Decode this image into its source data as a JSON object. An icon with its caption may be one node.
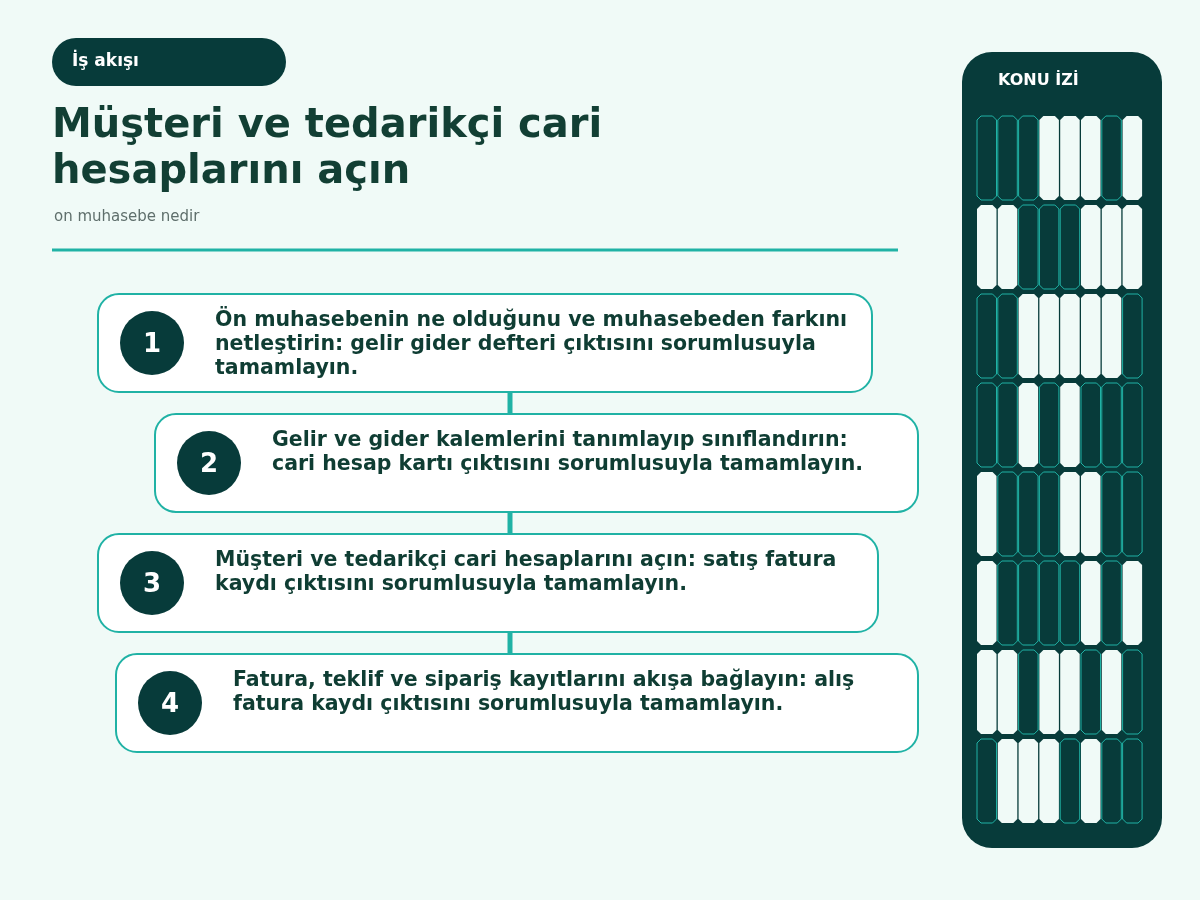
{
  "diagram": {
    "title": "Müşteri ve tedarikçi cari hesaplarını açın",
    "nodes": [
      {
        "text": [
          "1",
          "Ön muhasebenin ne olduğunu ve muhasebeden farkını netleştirin: gelir gider defteri çıktısını sorumlusuyla tamamlayın."
        ]
      },
      {
        "text": [
          "2",
          "Gelir ve gider kalemlerini tanımlayıp sınıflandırın: cari hesap kartı çıktısını sorumlusuyla tamamlayın."
        ]
      },
      {
        "text": [
          "3",
          "Müşteri ve tedarikçi cari hesaplarını açın: satış fatura kaydı çıktısını sorumlusuyla tamamlayın."
        ]
      },
      {
        "text": [
          "4",
          "Fatura, teklif ve sipariş kayıtlarını akışa bağlayın: alış fatura kaydı çıktısını sorumlusuyla tamamlayın."
        ]
      }
    ],
    "edges": [
      {
        "from": 0,
        "to": 1,
        "arrow": "none"
      },
      {
        "from": 1,
        "to": 2,
        "arrow": "none"
      },
      {
        "from": 2,
        "to": 3,
        "arrow": "none"
      }
    ],
    "labels": [
      "İş akışı",
      "on muhasebe nedir",
      "KONU İZİ"
    ]
  }
}
